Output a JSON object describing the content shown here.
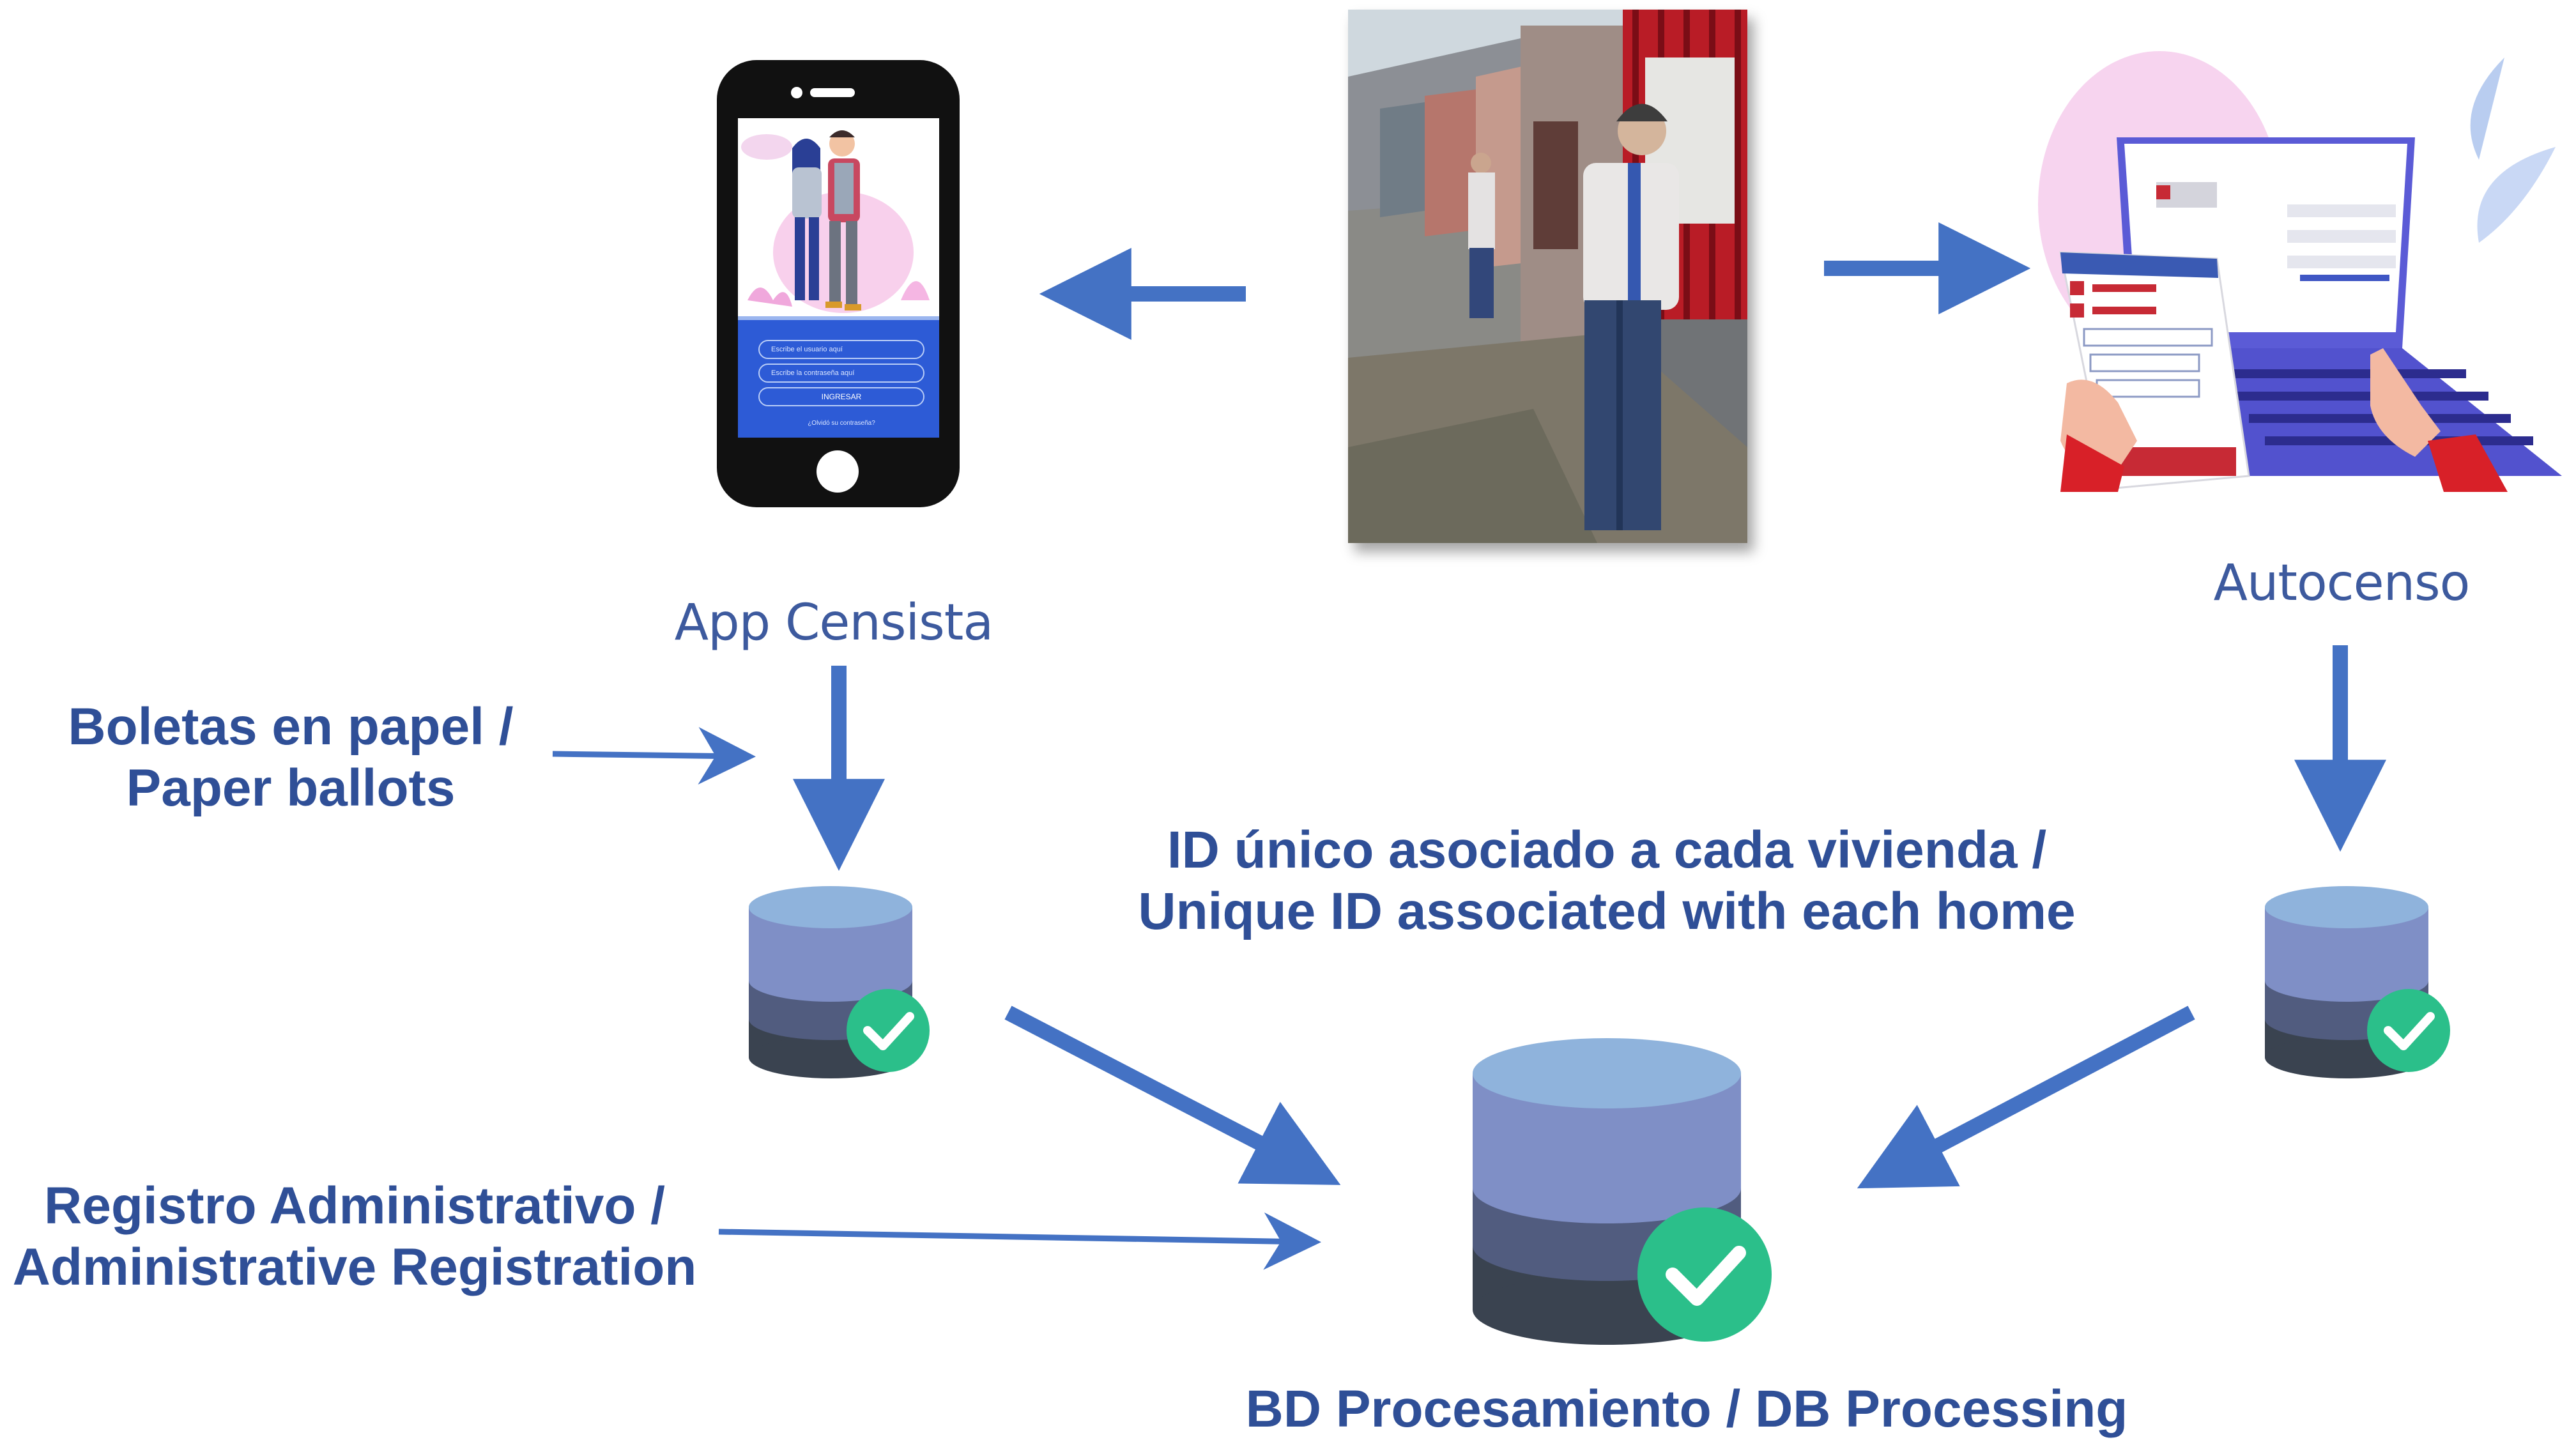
{
  "labels": {
    "app_censista": "App Censista",
    "autocenso": "Autocenso",
    "boletas_line1": "Boletas en papel /",
    "boletas_line2": "Paper ballots",
    "registro_line1": "Registro Administrativo /",
    "registro_line2": "Administrative Registration",
    "id_line1": "ID único asociado a cada vivienda /",
    "id_line2": "Unique ID associated with each home",
    "bd_processing": "BD Procesamiento / DB Processing"
  },
  "phone_screen": {
    "user_placeholder": "Escribe el usuario aquí",
    "password_placeholder": "Escribe la contraseña aquí",
    "login_button": "INGRESAR",
    "forgot_link": "¿Olvidó su contraseña?"
  },
  "colors": {
    "arrow": "#4472c4",
    "label_text": "#2f4f97",
    "db_top": "#8fb3dc",
    "db_mid1": "#7f8fc6",
    "db_mid2": "#515c7f",
    "db_bottom": "#3a4350",
    "check": "#2bbf8a",
    "phone_body": "#111111",
    "phone_screen_blue": "#2d5bd6"
  }
}
